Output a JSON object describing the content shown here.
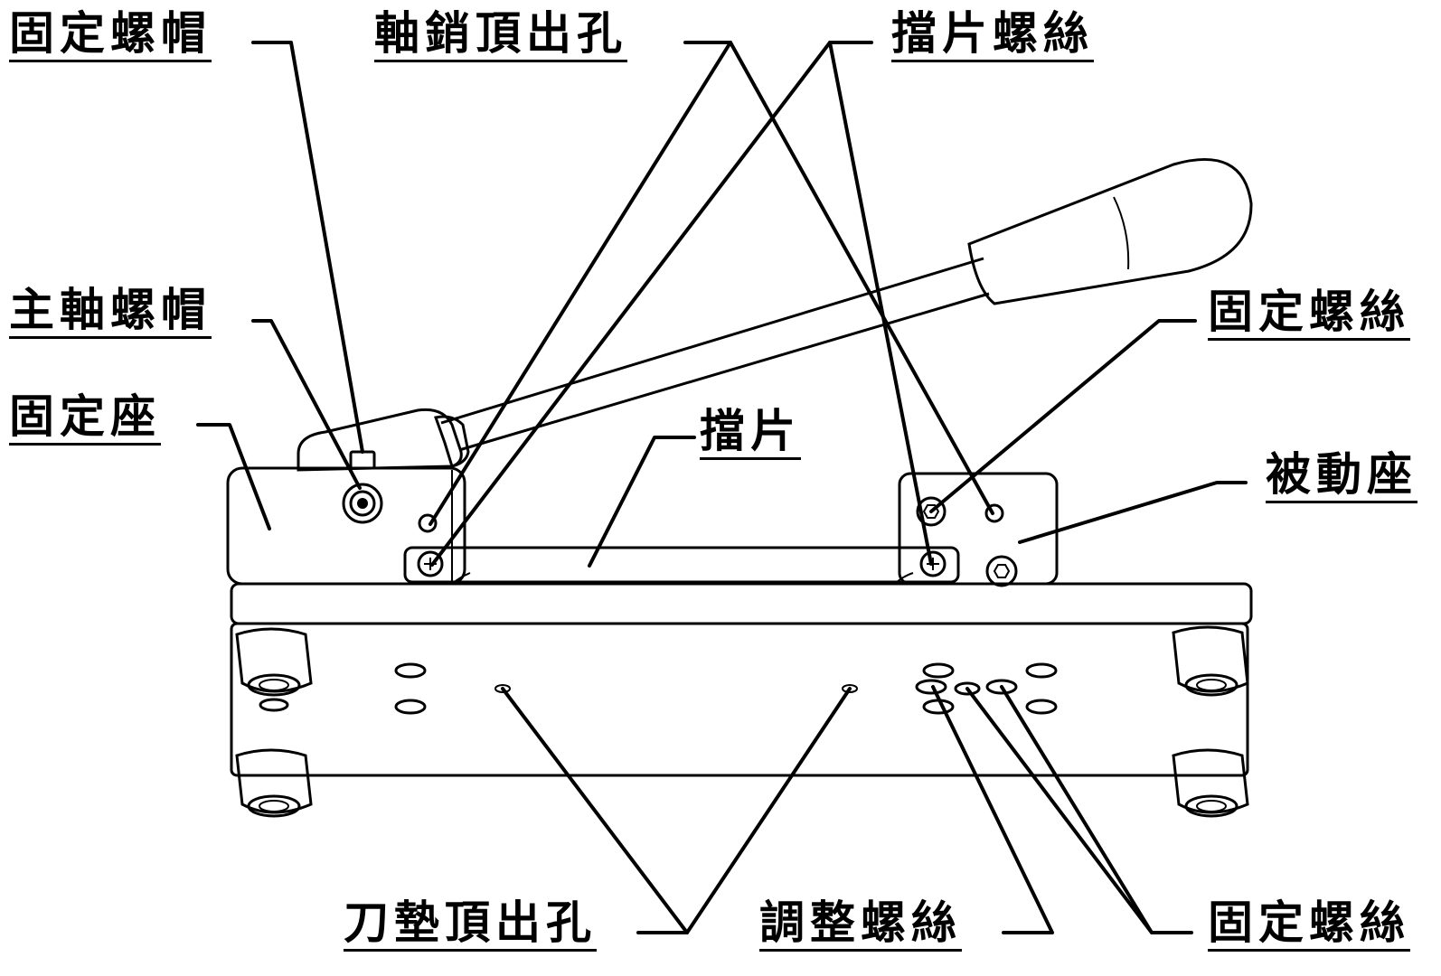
{
  "labels": {
    "fixing_nut": "固定螺帽",
    "spindle_nut": "主軸螺帽",
    "fixed_base": "固定座",
    "pin_ejector_hole": "軸銷頂出孔",
    "guard_screw": "擋片螺絲",
    "guard": "擋片",
    "fixing_screw_upper": "固定螺絲",
    "driven_base": "被動座",
    "blade_pad_ejector_hole": "刀墊頂出孔",
    "adjust_screw": "調整螺絲",
    "fixing_screw_lower": "固定螺絲"
  }
}
